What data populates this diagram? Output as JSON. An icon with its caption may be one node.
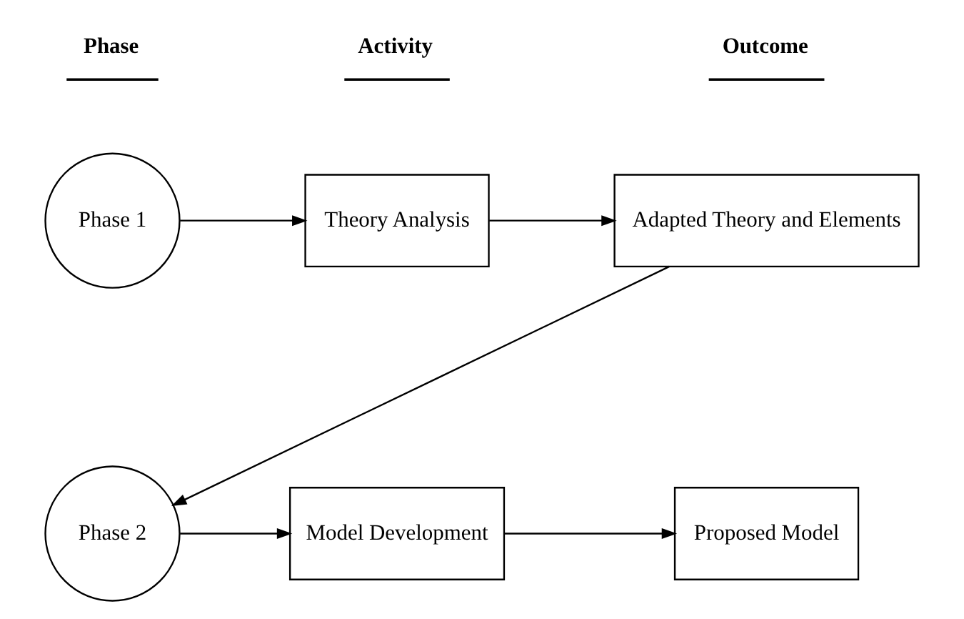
{
  "diagram": {
    "nodes": [
      {
        "text": [
          "Phase 1"
        ]
      },
      {
        "text": [
          "Theory Analysis"
        ]
      },
      {
        "text": [
          "Adapted Theory and Elements"
        ]
      },
      {
        "text": [
          "Phase 2"
        ]
      },
      {
        "text": [
          "Model Development"
        ]
      },
      {
        "text": [
          "Proposed Model"
        ]
      }
    ],
    "edges": [
      {
        "from": 0,
        "to": 1,
        "arrow": "to"
      },
      {
        "from": 1,
        "to": 2,
        "arrow": "to"
      },
      {
        "from": 2,
        "to": 3,
        "arrow": "to"
      },
      {
        "from": 3,
        "to": 4,
        "arrow": "to"
      },
      {
        "from": 4,
        "to": 5,
        "arrow": "to"
      }
    ],
    "labels": [
      "Phase",
      "Activity",
      "Outcome"
    ]
  }
}
